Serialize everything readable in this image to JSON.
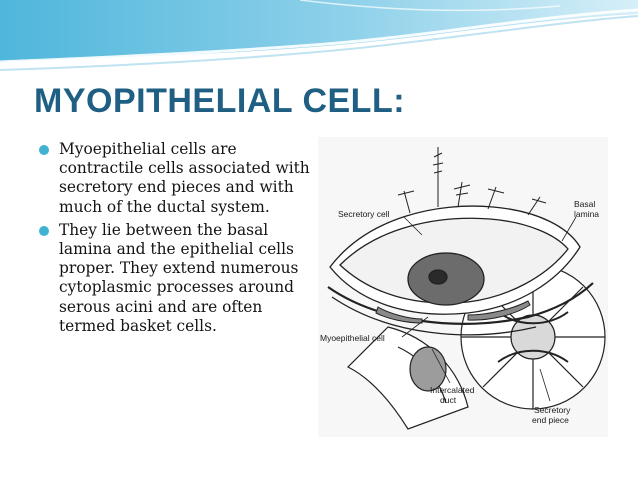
{
  "title": "MYOPITHELIAL CELL:",
  "bullets": [
    "Myoepithelial cells are contractile cells associated with secretory end pieces and with much of the ductal system.",
    "They lie between the basal lamina and the epithelial cells proper. They extend numerous cytoplasmic processes around serous acini and are often termed basket cells."
  ],
  "figure": {
    "labels": {
      "secretory_cell": "Secretory cell",
      "basal": "Basal",
      "lamina": "lamina",
      "myoepithelial_cell": "Myoepithelial cell",
      "intercalated": "Intercalated",
      "duct": "duct",
      "secretory": "Secretory",
      "end_piece": "end piece"
    }
  },
  "colors": {
    "title": "#1f5f83",
    "bullet": "#3fb2d2",
    "wave_dark": "#3aa6cf",
    "wave_light": "#cdeaf5"
  }
}
